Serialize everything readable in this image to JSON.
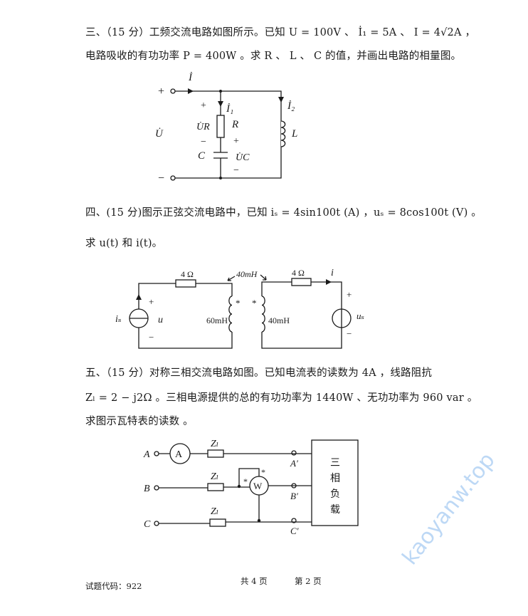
{
  "q3": {
    "line1": "三、（15 分）工频交流电路如图所示。已知 U = 100V 、 İ₁ = 5A 、 I = 4√2A ，",
    "line2": "电路吸收的有功功率 P = 400W 。求 R 、 L 、 C 的值，并画出电路的相量图。",
    "labels": {
      "I": "İ",
      "I1": "İ₁",
      "I2": "İ₂",
      "U": "U̇",
      "UR": "U̇R",
      "UC": "U̇C",
      "R": "R",
      "L": "L",
      "C": "C",
      "plus": "+",
      "minus": "−"
    }
  },
  "q4": {
    "line1": "四、(15 分)图示正弦交流电路中，已知 iₛ = 4sin100t (A) ，uₛ = 8cos100t (V) 。",
    "line2": "求 u(t) 和 i(t)。",
    "labels": {
      "R1": "4 Ω",
      "R2": "4 Ω",
      "M": "40mH",
      "L1": "60mH",
      "L2": "40mH",
      "is": "iₛ",
      "u": "u",
      "us": "uₛ",
      "i": "i",
      "dot": "*",
      "plus": "+",
      "minus": "−"
    }
  },
  "q5": {
    "line1": "五、（15 分）对称三相交流电路如图。已知电流表的读数为 4A ，线路阻抗",
    "line2": "Zₗ = 2 − j2Ω 。三相电源提供的总的有功功率为 1440W 、无功功率为 960 var 。",
    "line3": "求图示瓦特表的读数 。",
    "labels": {
      "A": "A",
      "B": "B",
      "C": "C",
      "A2": "A′",
      "B2": "B′",
      "C2": "C′",
      "Zl": "Zₗ",
      "ammeter": "A",
      "wattmeter": "W",
      "dot": "*",
      "load": [
        "三",
        "相",
        "负",
        "载"
      ]
    }
  },
  "footer": {
    "code": "试题代码：922",
    "total": "共 4 页",
    "page": "第 2 页"
  },
  "watermark": {
    "text": "kaoyanw.top",
    "color": "#a8ccf2"
  }
}
